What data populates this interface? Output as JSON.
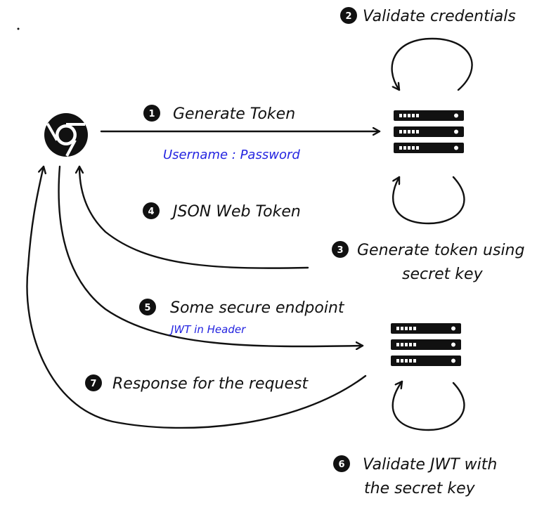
{
  "colors": {
    "ink": "#111111",
    "accent": "#2323e0",
    "background": "#ffffff"
  },
  "icons": {
    "client": "chrome-browser-icon",
    "server": "server-rack-icon"
  },
  "steps": [
    {
      "number": "1",
      "label": "Generate Token",
      "sublabel": "Username : Password"
    },
    {
      "number": "2",
      "label": "Validate credentials"
    },
    {
      "number": "3",
      "label_line1": "Generate token using",
      "label_line2": "secret key"
    },
    {
      "number": "4",
      "label": "JSON Web Token"
    },
    {
      "number": "5",
      "label": "Some secure endpoint",
      "sublabel": "JWT in Header"
    },
    {
      "number": "6",
      "label_line1": "Validate JWT with",
      "label_line2": "the secret key"
    },
    {
      "number": "7",
      "label": "Response for the request"
    }
  ]
}
